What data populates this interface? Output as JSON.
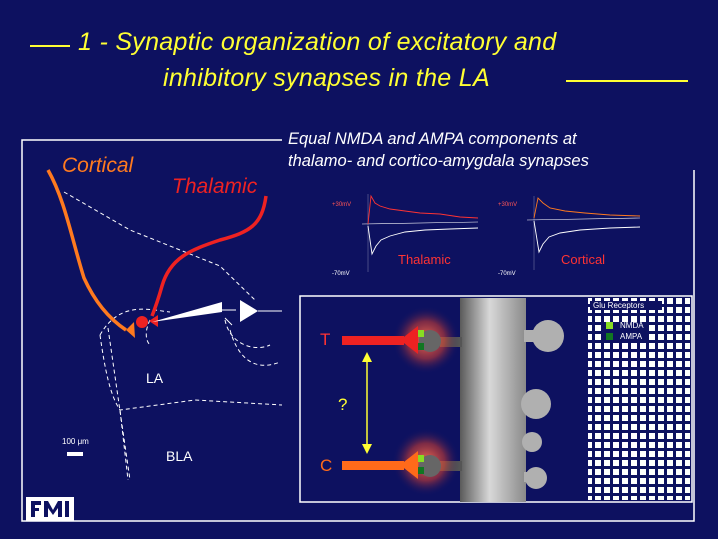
{
  "title": {
    "line1": "1 - Synaptic organization of excitatory and",
    "line2": "inhibitory synapses in the LA"
  },
  "subtitle": {
    "line1": "Equal NMDA and AMPA components at",
    "line2": "thalamo- and cortico-amygdala synapses"
  },
  "labels": {
    "cortical": "Cortical",
    "thalamic": "Thalamic",
    "la": "LA",
    "bla": "BLA",
    "scale": "100 μm",
    "input_t": "T",
    "input_c": "C",
    "question": "?"
  },
  "traces": [
    {
      "label": "Thalamic",
      "top_mv": "+30mV",
      "bottom_mv": "-70mV"
    },
    {
      "label": "Cortical",
      "top_mv": "+30mV",
      "bottom_mv": "-70mV"
    }
  ],
  "legend": {
    "title": "Glu Receptors",
    "items": [
      {
        "label": "NMDA",
        "color": "#88dd22"
      },
      {
        "label": "AMPA",
        "color": "#117722"
      }
    ]
  },
  "logo": {
    "text": "FMI"
  },
  "colors": {
    "background": "#0d1160",
    "title": "#ffff33",
    "cortical": "#ff7a1f",
    "thalamic": "#ee2222",
    "dendrite": "#b0b0b0"
  }
}
